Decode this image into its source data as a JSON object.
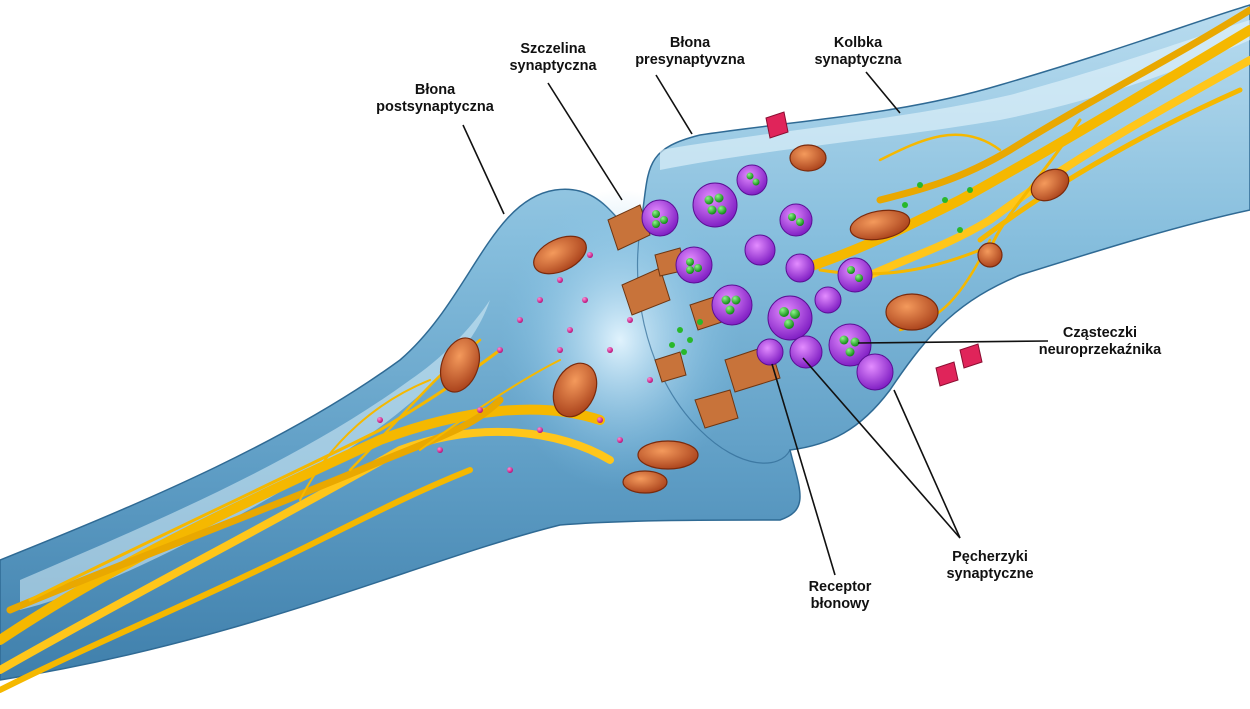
{
  "labels": {
    "postsynaptic_membrane": [
      "Błona",
      "postsynaptyczna"
    ],
    "synaptic_cleft": [
      "Szczelina",
      "synaptyczna"
    ],
    "presynaptic_membrane": [
      "Błona",
      "presynaptyvzna"
    ],
    "synaptic_knob": [
      "Kolbka",
      "synaptyczna"
    ],
    "neurotransmitter_molecules": [
      "Cząsteczki",
      "neuroprzekaźnika"
    ],
    "synaptic_vesicles": [
      "Pęcherzyki",
      "synaptyczne"
    ],
    "membrane_receptor": [
      "Receptor",
      "błonowy"
    ]
  },
  "colors": {
    "background": "#ffffff",
    "axon_body": "#7fb6d8",
    "axon_highlight": "#c6e4f2",
    "axon_shadow": "#3d7ea8",
    "nerve_fibers": "#f5b800",
    "mitochondria": "#d9642a",
    "receptors": "#c8733a",
    "vesicle_shell": "#a040e0",
    "neurotransmitter": "#28b82a",
    "free_molecules": "#e0249a",
    "leader_lines": "#111111"
  }
}
